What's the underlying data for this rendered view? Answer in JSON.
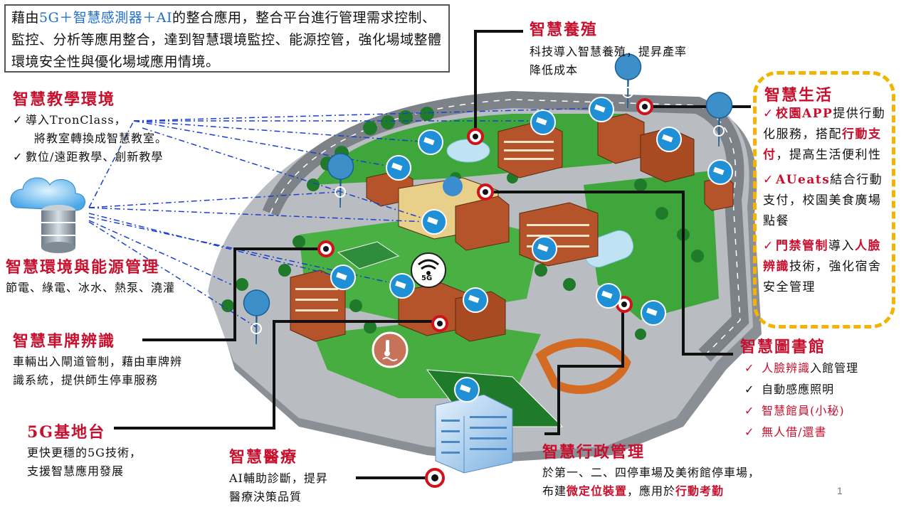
{
  "intro": {
    "pre": "藉由",
    "highlight": "5G＋智慧感測器＋AI",
    "post": "的整合應用，整合平台進行管理需求控制、監控、分析等應用整合，達到智慧環境監控、能源控管，強化場域整體環境安全性與優化場域應用情境。"
  },
  "aquaculture": {
    "title": "智慧養殖",
    "line1": "科技導入智慧養殖，提昇產率",
    "line2": "降低成本"
  },
  "teaching": {
    "title": "智慧教學環境",
    "item1a": "導入TronClass，",
    "item1b": "將教室轉換成智慧教室。",
    "item2": "數位/遠距教學、創新教學"
  },
  "energy": {
    "title": "智慧環境與能源管理",
    "line1": "節電、綠電、冰水、熱泵、澆灌"
  },
  "plate": {
    "title": "智慧車牌辨識",
    "line1": "車輛出入閘道管制，藉由車牌辨",
    "line2": "識系統，提供師生停車服務"
  },
  "station": {
    "title": "5G基地台",
    "line1": "更快更穩的5G技術，",
    "line2": "支援智慧應用發展"
  },
  "medical": {
    "title": "智慧醫療",
    "line1": "AI輔助診斷，提昇",
    "line2": "醫療決策品質"
  },
  "admin": {
    "title": "智慧行政管理",
    "line1": "於第一、二、四停車場及美術館停車場，",
    "line2_pre": "布建",
    "line2_hl1": "微定位裝置",
    "line2_mid": "，應用於",
    "line2_hl2": "行動考勤"
  },
  "library": {
    "title": "智慧圖書館",
    "i1_hl": "人臉辨識",
    "i1_post": "入館管理",
    "i2": "自動感應照明",
    "i3_hl": "智慧館員",
    "i3_post": "(小秘)",
    "i4": "無人借/還書"
  },
  "life": {
    "title": "智慧生活",
    "p1_hl1": "校園APP",
    "p1_a": "提供行動化服務，搭配",
    "p1_hl2": "行動支付",
    "p1_b": "，提高生活便利性",
    "p2_hl": "AUeats",
    "p2_a": "結合行動支付，校園美食廣場點餐",
    "p3_hl1": "門禁管制",
    "p3_a": "導入",
    "p3_hl2": "人臉辨識",
    "p3_b": "技術，強化宿舍安全管理"
  },
  "badge_5g": "5G",
  "page_number": "1",
  "icons": [
    "check-icon",
    "camera-icon",
    "location-pin-icon",
    "wifi-icon",
    "cloud-server-icon",
    "sensor-icon",
    "hospital-icon"
  ],
  "colors": {
    "accent_red": "#c8102e",
    "highlight_blue": "#1f6fd1",
    "dashed_gold": "#f2b400",
    "camera_blue": "#1f8fd6"
  }
}
